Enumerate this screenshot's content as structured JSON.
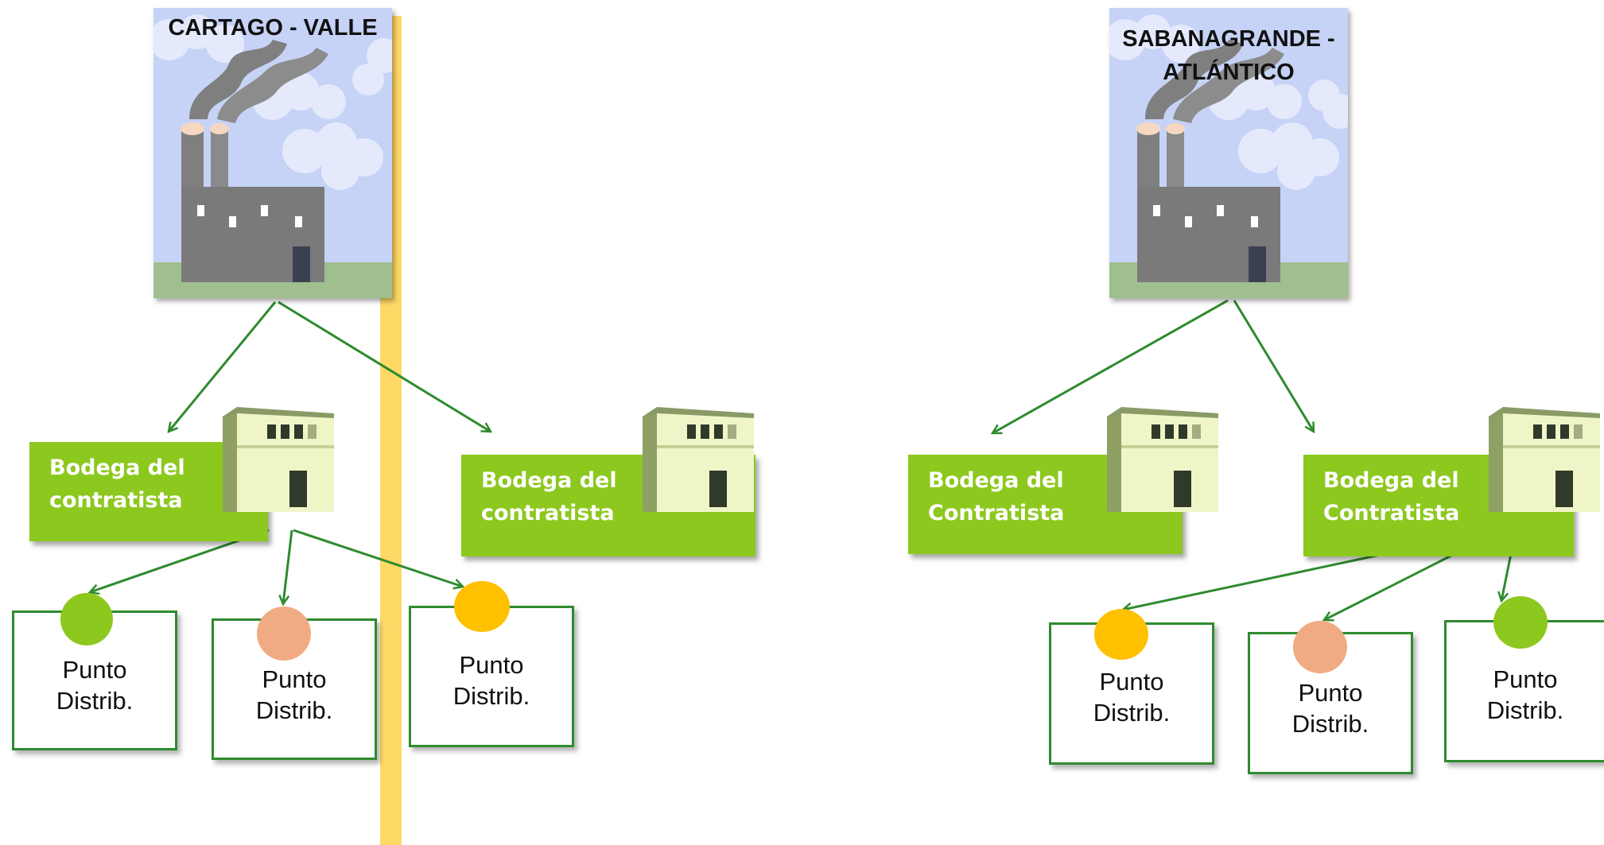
{
  "colors": {
    "box_green": "#8dc81f",
    "arrow_green": "#2e8b2e",
    "stripe_yellow": "#ffd966",
    "dot_green": "#8dc81f",
    "dot_salmon": "#f0ab82",
    "dot_orange": "#ffc000"
  },
  "plants": [
    {
      "label": "CARTAGO - VALLE",
      "icon": "factory-icon"
    },
    {
      "label": "SABANAGRANDE - ATLÁNTICO",
      "icon": "factory-icon"
    }
  ],
  "bodegas": [
    {
      "line1": "Bodega del",
      "line2": "contratista",
      "icon": "warehouse-building-icon"
    },
    {
      "line1": "Bodega del",
      "line2": "contratista",
      "icon": "warehouse-building-icon"
    },
    {
      "line1": "Bodega del",
      "line2": "Contratista",
      "icon": "warehouse-building-icon"
    },
    {
      "line1": "Bodega del",
      "line2": "Contratista",
      "icon": "warehouse-building-icon"
    }
  ],
  "puntos": [
    {
      "line1": "Punto",
      "line2": "Distrib.",
      "dot_color": "#8dc81f"
    },
    {
      "line1": "Punto",
      "line2": "Distrib.",
      "dot_color": "#f0ab82"
    },
    {
      "line1": "Punto",
      "line2": "Distrib.",
      "dot_color": "#ffc000"
    },
    {
      "line1": "Punto",
      "line2": "Distrib.",
      "dot_color": "#ffc000"
    },
    {
      "line1": "Punto",
      "line2": "Distrib.",
      "dot_color": "#f0ab82"
    },
    {
      "line1": "Punto",
      "line2": "Distrib.",
      "dot_color": "#8dc81f"
    }
  ]
}
